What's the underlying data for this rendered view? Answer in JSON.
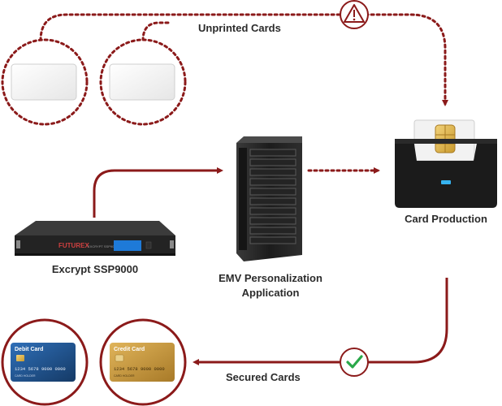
{
  "labels": {
    "unprinted_cards": "Unprinted Cards",
    "card_production": "Card Production",
    "device_name": "Excrypt SSP9000",
    "emv_line1": "EMV Personalization",
    "emv_line2": "Application",
    "secured_cards": "Secured Cards"
  },
  "device_text": {
    "brand": "FUTUREX",
    "model": "EXCRYPT SSP9000"
  },
  "cards": {
    "debit": {
      "title": "Debit Card",
      "number": "1234 5678 9000 0000",
      "holder": "CARD HOLDER"
    },
    "credit": {
      "title": "Credit Card",
      "number": "1234 5678 9000 0000",
      "holder": "CARD HOLDER"
    }
  },
  "icons": {
    "warning": "warning-icon",
    "check": "checkmark-icon"
  },
  "colors": {
    "flow_line": "#8b1a1a",
    "check_green": "#2aa84a",
    "screen_blue": "#1e7ad8",
    "debit_card": "#1e4f8a",
    "credit_card": "#c79a3e"
  }
}
